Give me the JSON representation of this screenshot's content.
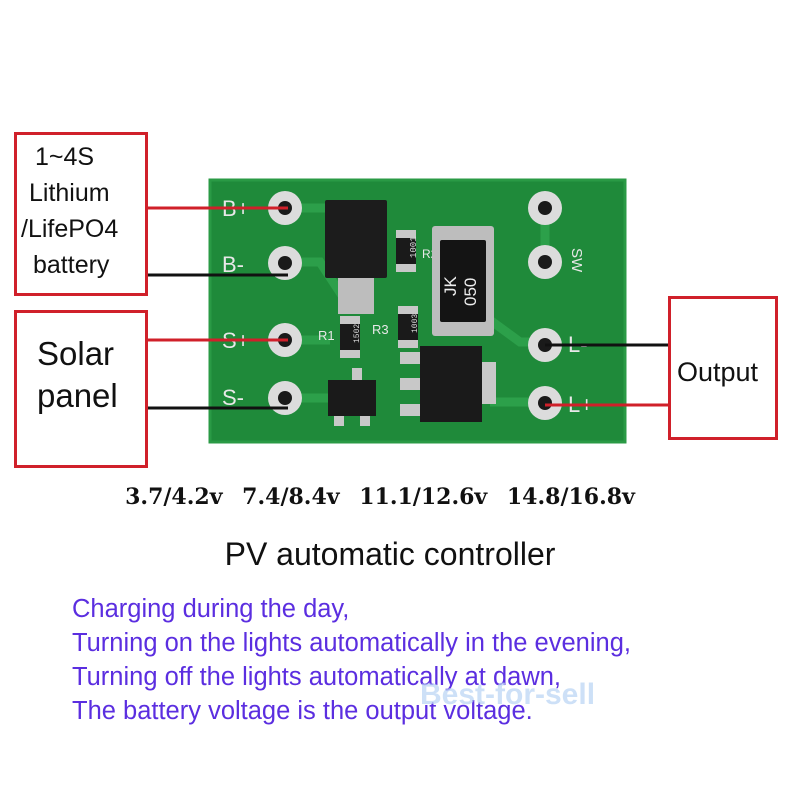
{
  "labels": {
    "battery": [
      "1~4S",
      "Lithium",
      "/LifePO4",
      "battery"
    ],
    "solar": [
      "Solar",
      "panel"
    ],
    "output": "Output"
  },
  "pcb": {
    "pins_left": [
      "B+",
      "B-",
      "S+",
      "S-"
    ],
    "pins_right": [
      "L-",
      "L+"
    ],
    "sw_label": "SW",
    "components": {
      "r1": "R1",
      "r2": "R2",
      "r3": "R3",
      "r2_code": "1001",
      "r1_code": "1502",
      "r3_code": "1003",
      "inductor_marking": [
        "JK",
        "050"
      ]
    }
  },
  "voltages": [
    "3.7/4.2v",
    "7.4/8.4v",
    "11.1/12.6v",
    "14.8/16.8v"
  ],
  "title": "PV automatic controller",
  "description": [
    "Charging during the day,",
    "Turning on the lights automatically in the evening,",
    "Turning off the lights automatically at dawn,",
    "The battery voltage is the output voltage."
  ],
  "watermark": "Best-for-sell",
  "colors": {
    "pcb": "#1f8a3a",
    "box_border": "#d0202a",
    "wire_red": "#d0202a",
    "wire_black": "#111111",
    "description_text": "#5b2ee0"
  }
}
